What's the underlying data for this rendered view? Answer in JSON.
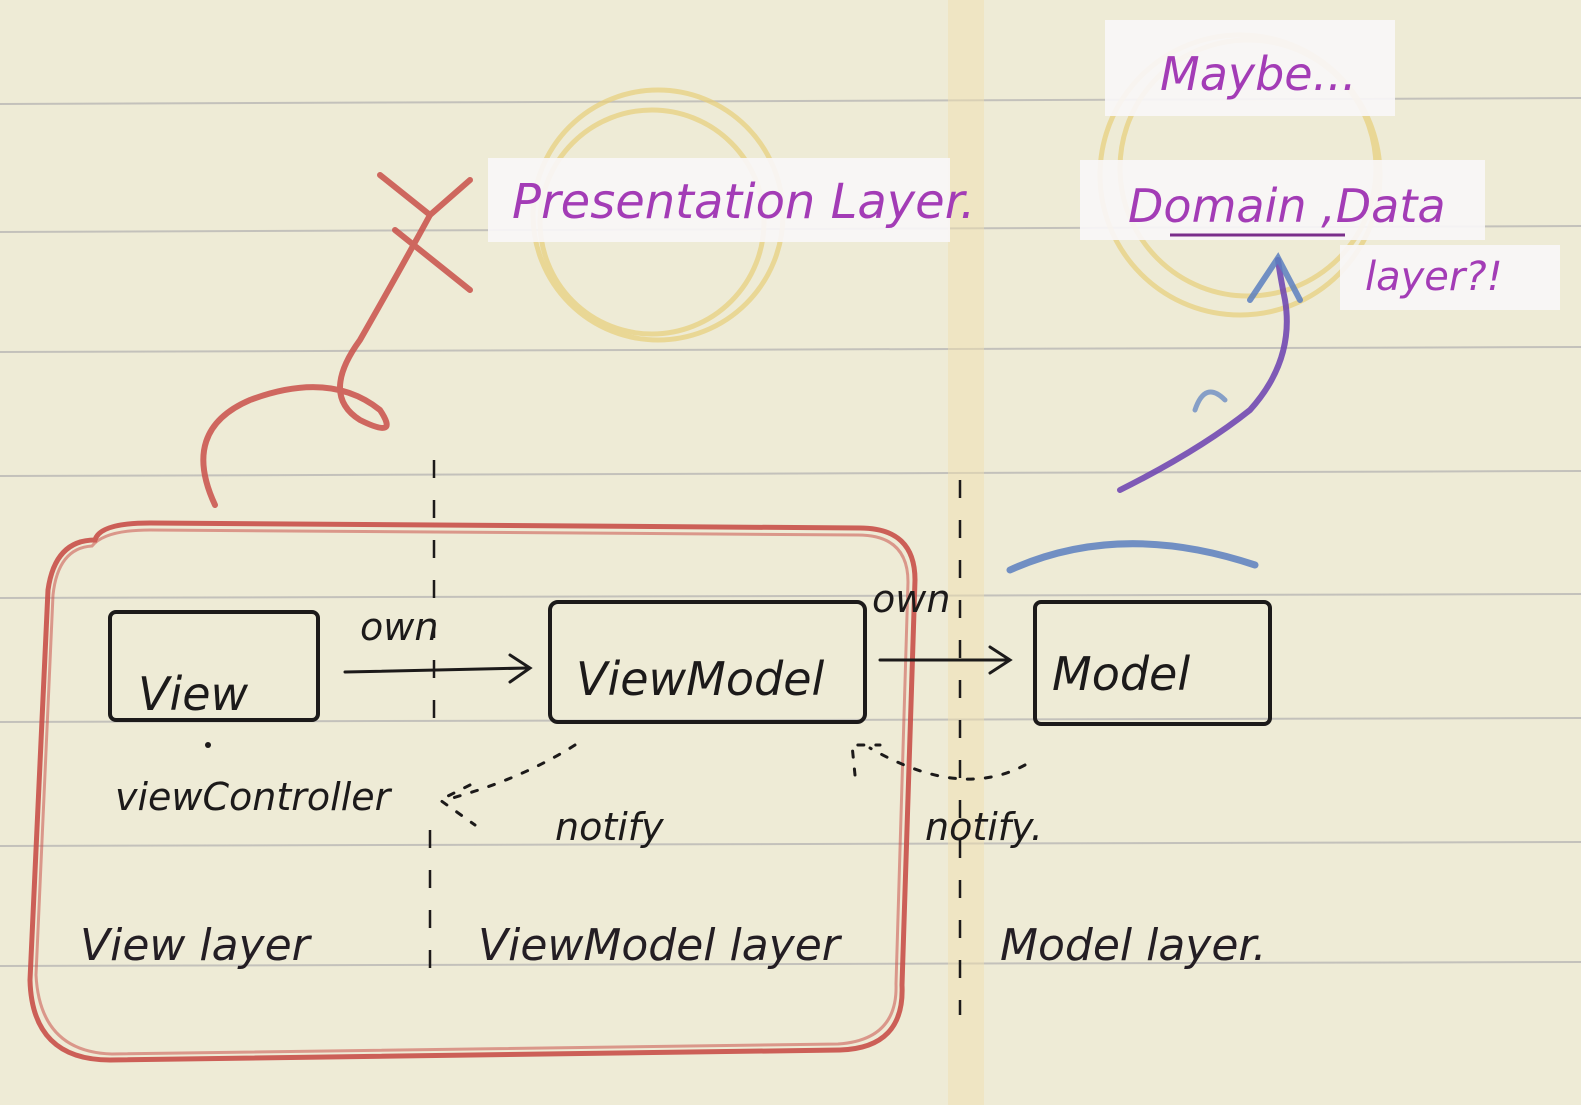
{
  "annotations": {
    "presentation": "Presentation Layer.",
    "maybe": "Maybe...",
    "domain_data": "Domain ,Data",
    "layer_q": "layer?!"
  },
  "boxes": {
    "view": "View",
    "viewmodel": "ViewModel",
    "model": "Model"
  },
  "arrows": {
    "own_1": "own",
    "own_2": "own",
    "notify_1": "notify",
    "notify_2": "notify."
  },
  "sub_labels": {
    "view_controller": "viewController"
  },
  "layers": {
    "view": "View layer",
    "viewmodel": "ViewModel layer",
    "model": "Model layer."
  },
  "colors": {
    "paper": "#eeebd6",
    "ruled_line": "#b9b7b5",
    "ink": "#1c1a1a",
    "red_pencil": "#c9504a",
    "blue_pencil": "#5a7fc0",
    "purple_pencil": "#6a3fb0",
    "yellow_pencil": "#e8cf7a",
    "magenta_text": "#a33cb6"
  }
}
